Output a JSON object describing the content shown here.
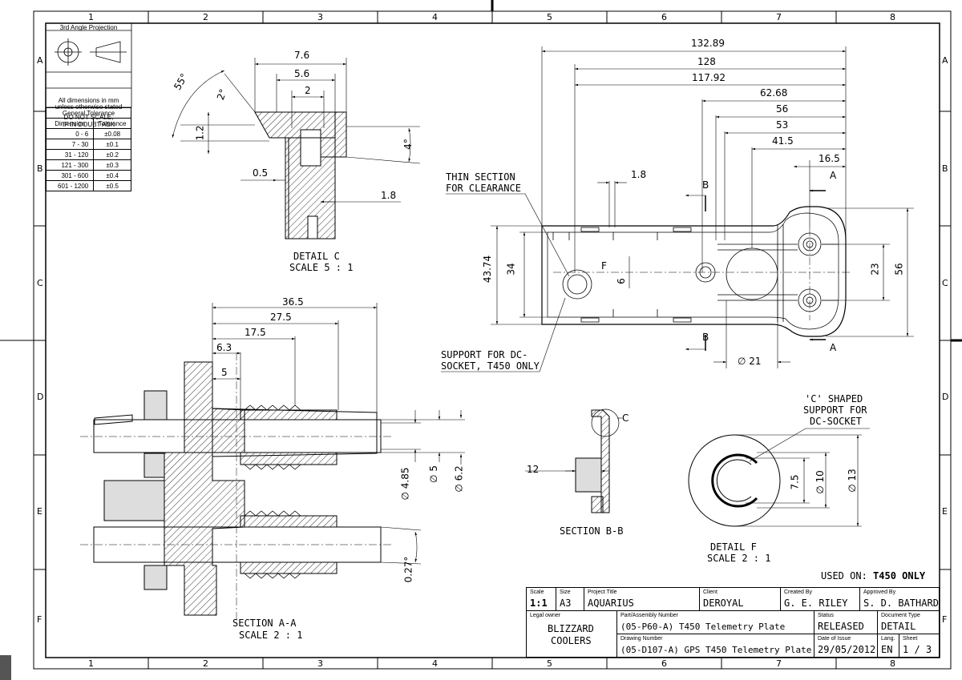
{
  "border": {
    "columns": [
      "1",
      "2",
      "3",
      "4",
      "5",
      "6",
      "7",
      "8"
    ],
    "rows": [
      "A",
      "B",
      "C",
      "D",
      "E",
      "F"
    ]
  },
  "projection": {
    "title": "3rd Angle Projection",
    "note1": "All dimensions in mm",
    "note2": "unless otherwise stated",
    "note3": "DO NOT SCALE,",
    "note4": "IF IN DOUBT ASK"
  },
  "tolerance": {
    "title": "General Tolerance",
    "headers": [
      "Dimension",
      "Tolerance"
    ],
    "rows": [
      [
        "0 - 6",
        "±0.08"
      ],
      [
        "7 - 30",
        "±0.1"
      ],
      [
        "31 - 120",
        "±0.2"
      ],
      [
        "121 - 300",
        "±0.3"
      ],
      [
        "301 - 600",
        "±0.4"
      ],
      [
        "601 - 1200",
        "±0.5"
      ]
    ]
  },
  "detail_c": {
    "title": "DETAIL C",
    "scale": "SCALE 5 : 1",
    "dims": {
      "angle55": "55°",
      "angle2": "2°",
      "d76": "7.6",
      "d56": "5.6",
      "d2": "2",
      "d12": "1.2",
      "angle4": "4°",
      "d05": "0.5",
      "d18": "1.8"
    }
  },
  "plan_view": {
    "dims": {
      "d13289": "132.89",
      "d128": "128",
      "d11792": "117.92",
      "d6268": "62.68",
      "d56": "56",
      "d53": "53",
      "d415": "41.5",
      "d165": "16.5",
      "d18": "1.8",
      "d4374": "43.74",
      "d34": "34",
      "d6": "6",
      "d23": "23",
      "d56v": "56",
      "dia21": "∅ 21"
    },
    "labels": {
      "a_top": "A",
      "a_bot": "A",
      "b_top": "B",
      "b_bot": "B",
      "f": "F"
    },
    "note_thin1": "THIN SECTION",
    "note_thin2": "FOR CLEARANCE",
    "note_support1": "SUPPORT FOR DC-",
    "note_support2": "SOCKET, T450 ONLY"
  },
  "section_aa": {
    "title": "SECTION A-A",
    "scale": "SCALE 2 : 1",
    "dims": {
      "d365": "36.5",
      "d275": "27.5",
      "d175": "17.5",
      "d63": "6.3",
      "d5": "5",
      "dia485": "∅ 4.85",
      "dia5": "∅ 5",
      "dia62": "∅ 6.2",
      "ang027": "0.27°"
    }
  },
  "section_bb": {
    "title": "SECTION B-B",
    "dims": {
      "d12": "12"
    },
    "label_c": "C"
  },
  "detail_f": {
    "title": "DETAIL F",
    "scale": "SCALE 2 : 1",
    "note1": "'C' SHAPED",
    "note2": "SUPPORT FOR",
    "note3": "DC-SOCKET",
    "dims": {
      "d75": "7.5",
      "dia10": "∅ 10",
      "dia13": "∅ 13"
    }
  },
  "used_on": {
    "label": "USED ON:",
    "value": "T450 ONLY"
  },
  "title_block": {
    "scale_cap": "Scale",
    "scale": "1:1",
    "size_cap": "Size",
    "size": "A3",
    "project_cap": "Project Title",
    "project": "AQUARIUS",
    "client_cap": "Client",
    "client": "DEROYAL",
    "created_cap": "Created By",
    "created": "G. E. RILEY",
    "approved_cap": "Approved By",
    "approved": "S. D. BATHARD",
    "owner_cap": "Legal owner",
    "owner1": "BLIZZARD",
    "owner2": "COOLERS",
    "part_cap": "Part/Assembly Number",
    "part": "(05-P60-A) T450 Telemetry Plate",
    "status_cap": "Status",
    "status": "RELEASED",
    "doctype_cap": "Document Type",
    "doctype": "DETAIL",
    "drawing_cap": "Drawing Number",
    "drawing": "(05-D107-A) GPS T450 Telemetry Plate",
    "date_cap": "Date of Issue",
    "date": "29/05/2012",
    "lang_cap": "Lang.",
    "lang": "EN",
    "sheet_cap": "Sheet",
    "sheet": "1 / 3"
  }
}
